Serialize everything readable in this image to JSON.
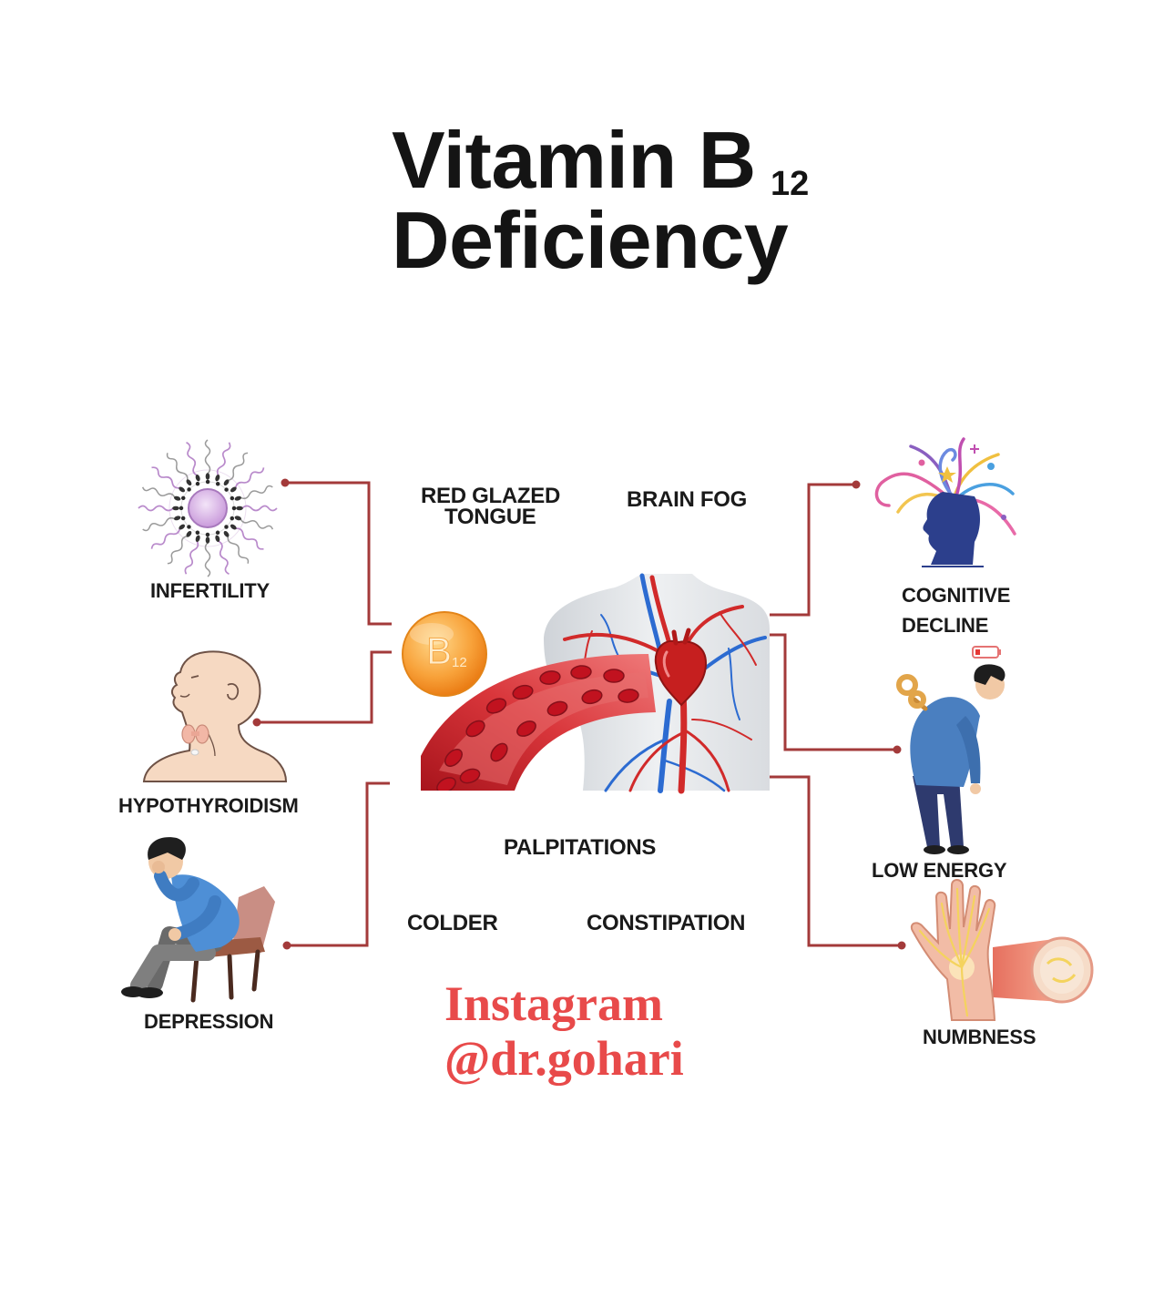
{
  "title": {
    "line1": "Vitamin B",
    "subscript": "12",
    "line2": "Deficiency"
  },
  "badge": {
    "letter": "B",
    "number": "12"
  },
  "symptoms": {
    "infertility": "INFERTILITY",
    "hypothyroidism": "HYPOTHYROIDISM",
    "depression": "DEPRESSION",
    "red_glazed_tongue": [
      "RED GLAZED",
      "TONGUE"
    ],
    "brain_fog": "BRAIN FOG",
    "palpitations": "PALPITATIONS",
    "colder": "COLDER",
    "constipation": "CONSTIPATION",
    "cognitive_decline": [
      "COGNITIVE",
      "DECLINE"
    ],
    "low_energy": "LOW ENERGY",
    "numbness": "NUMBNESS"
  },
  "credit": {
    "line1": "Instagram",
    "line2": "@dr.gohari"
  },
  "icons": {
    "infertility": "sperm-egg-icon",
    "hypothyroidism": "thyroid-neck-icon",
    "depression": "sad-person-on-chair-icon",
    "center": "heart-blood-vessels-illustration",
    "badge": "vitamin-b12-capsule-icon",
    "cognitive_decline": "head-with-sparks-icon",
    "low_energy": "tired-person-wind-up-key-icon",
    "numbness": "hand-nerves-icon"
  },
  "colors": {
    "title": "#141414",
    "labels": "#1a1a1a",
    "connector": "#a33a3a",
    "credit": "#e84a4a",
    "badge": "#f39325",
    "blood": "#c1121f",
    "vein": "#2c6bd1"
  }
}
